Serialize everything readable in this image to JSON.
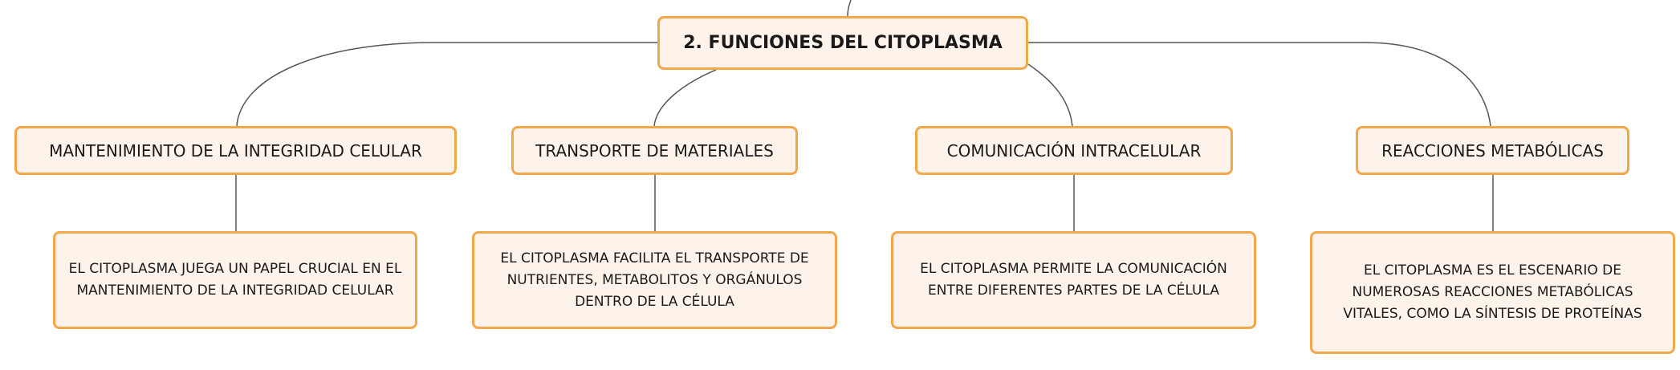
{
  "root": {
    "label": "2. FUNCIONES DEL CITOPLASMA"
  },
  "branches": [
    {
      "title": "MANTENIMIENTO DE LA INTEGRIDAD CELULAR",
      "description": "EL CITOPLASMA JUEGA UN PAPEL CRUCIAL EN EL MANTENIMIENTO DE LA INTEGRIDAD CELULAR"
    },
    {
      "title": "TRANSPORTE DE MATERIALES",
      "description": "EL CITOPLASMA FACILITA EL TRANSPORTE DE NUTRIENTES, METABOLITOS Y ORGÁNULOS DENTRO DE LA CÉLULA"
    },
    {
      "title": "COMUNICACIÓN INTRACELULAR",
      "description": "EL CITOPLASMA PERMITE LA COMUNICACIÓN ENTRE DIFERENTES PARTES DE LA CÉLULA"
    },
    {
      "title": "REACCIONES METABÓLICAS",
      "description": "EL CITOPLASMA ES EL ESCENARIO DE NUMEROSAS REACCIONES METABÓLICAS VITALES, COMO LA SÍNTESIS DE PROTEÍNAS"
    }
  ],
  "colors": {
    "node_fill": "#fdf3ea",
    "node_border": "#f2a84a",
    "connector": "#555555"
  }
}
